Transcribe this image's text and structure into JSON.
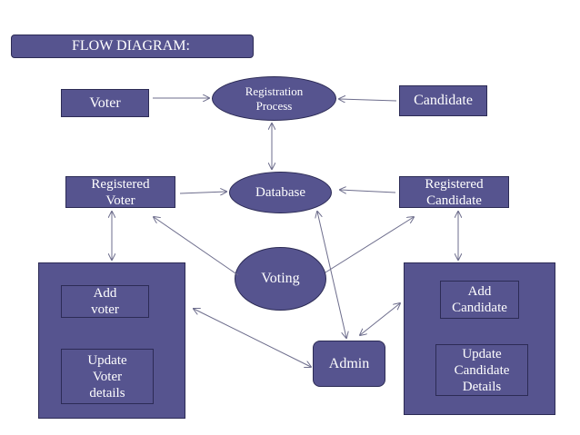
{
  "title": "FLOW DIAGRAM:",
  "nodes": {
    "voter": "Voter",
    "registration": "Registration\nProcess",
    "candidate": "Candidate",
    "registered_voter": "Registered\nVoter",
    "database": "Database",
    "registered_candidate": "Registered\nCandidate",
    "voting": "Voting",
    "add_voter": "Add\nvoter",
    "update_voter": "Update\nVoter\ndetails",
    "admin": "Admin",
    "add_candidate": "Add\nCandidate",
    "update_candidate": "Update\nCandidate\nDetails"
  },
  "colors": {
    "node_fill": "#56548f",
    "node_border": "#2c2b55",
    "arrow": "#6d6d8c"
  }
}
